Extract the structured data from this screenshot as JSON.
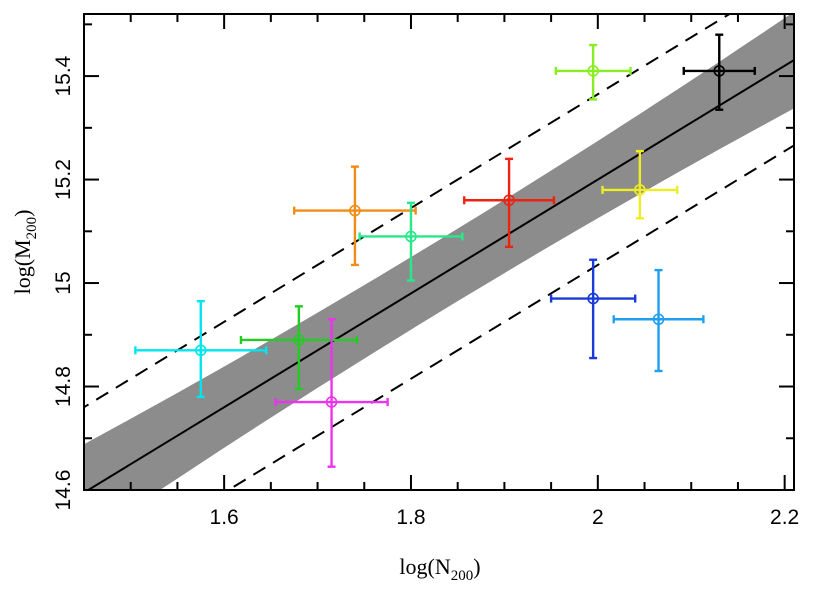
{
  "chart_data": {
    "type": "scatter",
    "xlabel": "log(N200)",
    "ylabel": "log(M200)",
    "xlabel_parts": {
      "main": "log(N",
      "sub": "200",
      "end": ")"
    },
    "ylabel_parts": {
      "main": "log(M",
      "sub": "200",
      "end": ")"
    },
    "xlim": [
      1.45,
      2.21
    ],
    "ylim": [
      14.6,
      15.52
    ],
    "xticks_major": [
      1.6,
      1.8,
      2.0,
      2.2
    ],
    "xtick_labels": [
      "1.6",
      "1.8",
      "2",
      "2.2"
    ],
    "xticks_minor": [
      1.45,
      1.5,
      1.55,
      1.65,
      1.7,
      1.75,
      1.85,
      1.9,
      1.95,
      2.05,
      2.1,
      2.15
    ],
    "yticks_major": [
      14.6,
      14.8,
      15.0,
      15.2,
      15.4
    ],
    "ytick_labels": [
      "14.6",
      "14.8",
      "15",
      "15.2",
      "15.4"
    ],
    "yticks_minor": [
      14.7,
      14.9,
      15.1,
      15.3,
      15.5
    ],
    "fit": {
      "slope": 1.1,
      "intercept": 13.0,
      "band_halfwidth_at_ends": 0.1,
      "band_halfwidth_at_center": 0.07,
      "scatter_offset": 0.165,
      "color": "#000000",
      "band_color": "#8c8c8c"
    },
    "points": [
      {
        "x": 1.575,
        "xerr": 0.07,
        "y": 14.87,
        "yerr_lo": 0.09,
        "yerr_hi": 0.095,
        "color": "#00e5ee"
      },
      {
        "x": 1.68,
        "xerr": 0.062,
        "y": 14.89,
        "yerr_lo": 0.095,
        "yerr_hi": 0.065,
        "color": "#22cc22"
      },
      {
        "x": 1.715,
        "xerr": 0.06,
        "y": 14.77,
        "yerr_lo": 0.125,
        "yerr_hi": 0.16,
        "color": "#ee33ee"
      },
      {
        "x": 1.74,
        "xerr": 0.065,
        "y": 15.14,
        "yerr_lo": 0.105,
        "yerr_hi": 0.085,
        "color": "#f08c18"
      },
      {
        "x": 1.8,
        "xerr": 0.055,
        "y": 15.09,
        "yerr_lo": 0.085,
        "yerr_hi": 0.065,
        "color": "#28e88a"
      },
      {
        "x": 1.905,
        "xerr": 0.048,
        "y": 15.16,
        "yerr_lo": 0.09,
        "yerr_hi": 0.08,
        "color": "#ee2211"
      },
      {
        "x": 1.995,
        "xerr": 0.04,
        "y": 15.41,
        "yerr_lo": 0.055,
        "yerr_hi": 0.05,
        "color": "#88ee22"
      },
      {
        "x": 2.045,
        "xerr": 0.04,
        "y": 15.18,
        "yerr_lo": 0.055,
        "yerr_hi": 0.075,
        "color": "#eeee22"
      },
      {
        "x": 2.13,
        "xerr": 0.038,
        "y": 15.41,
        "yerr_lo": 0.075,
        "yerr_hi": 0.07,
        "color": "#000000"
      },
      {
        "x": 1.995,
        "xerr": 0.045,
        "y": 14.97,
        "yerr_lo": 0.115,
        "yerr_hi": 0.075,
        "color": "#1a3bd8"
      },
      {
        "x": 2.065,
        "xerr": 0.048,
        "y": 14.93,
        "yerr_lo": 0.1,
        "yerr_hi": 0.095,
        "color": "#1ea0ee"
      }
    ]
  }
}
